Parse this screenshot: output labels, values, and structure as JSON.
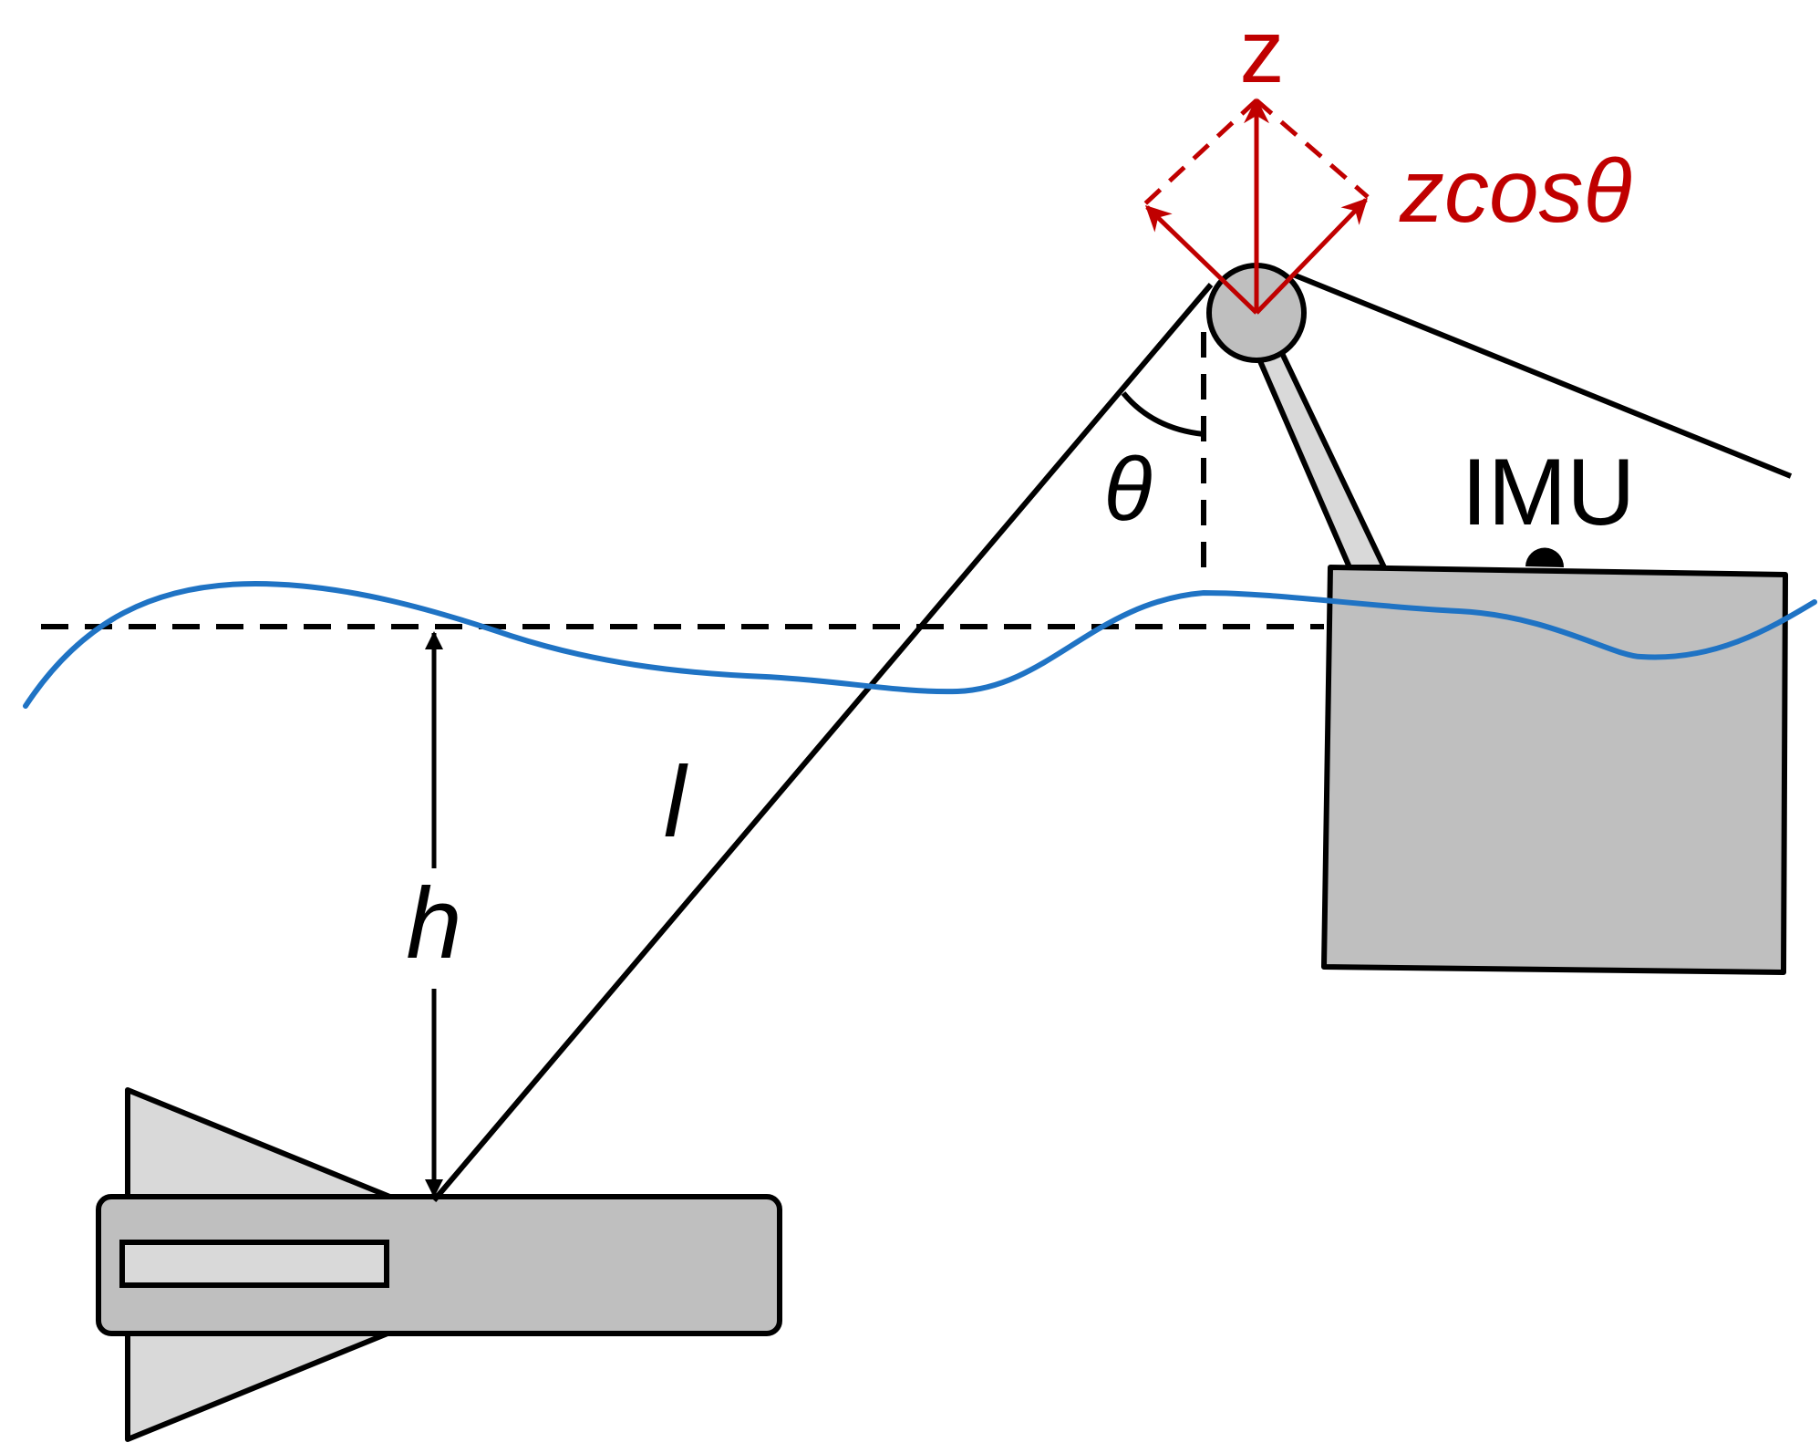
{
  "labels": {
    "z": "z",
    "z_cos_theta": "zcosθ",
    "theta": "θ",
    "imu": "IMU",
    "cable_length": "l",
    "depth": "h"
  },
  "colors": {
    "stroke": "#000000",
    "body_fill": "#bfbfbf",
    "light_fill": "#d9d9d9",
    "vector": "#c00000",
    "water": "#1f73c4",
    "background": "#ffffff"
  }
}
